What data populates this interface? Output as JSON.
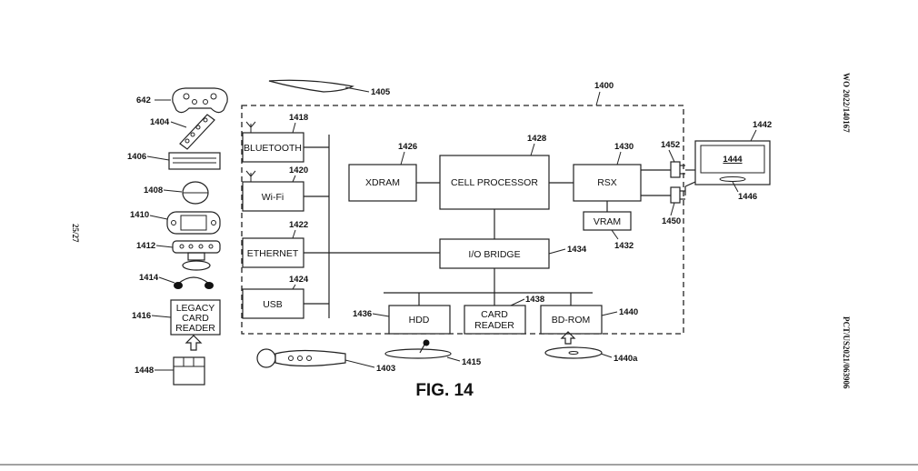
{
  "page": {
    "side_left": "25/27",
    "side_right_top": "WO 2022/140167",
    "side_right_bottom": "PCT/US2021/063906",
    "figure_label": "FIG. 14"
  },
  "blocks": {
    "bluetooth": "BLUETOOTH",
    "wifi": "Wi-Fi",
    "ethernet": "ETHERNET",
    "usb": "USB",
    "xdram": "XDRAM",
    "cell_processor": "CELL PROCESSOR",
    "rsx": "RSX",
    "vram": "VRAM",
    "io_bridge": "I/O BRIDGE",
    "hdd": "HDD",
    "card_reader_line1": "CARD",
    "card_reader_line2": "READER",
    "bd_rom": "BD-ROM",
    "legacy_line1": "LEGACY",
    "legacy_line2": "CARD",
    "legacy_line3": "READER",
    "display_screen": "1444"
  },
  "refs": {
    "r642": "642",
    "r1404": "1404",
    "r1406": "1406",
    "r1408": "1408",
    "r1410": "1410",
    "r1412": "1412",
    "r1414": "1414",
    "r1416": "1416",
    "r1448": "1448",
    "r1405": "1405",
    "r1400": "1400",
    "r1418": "1418",
    "r1420": "1420",
    "r1422": "1422",
    "r1424": "1424",
    "r1426": "1426",
    "r1428": "1428",
    "r1430": "1430",
    "r1452": "1452",
    "r1442": "1442",
    "r1446": "1446",
    "r1450": "1450",
    "r1432": "1432",
    "r1434": "1434",
    "r1438": "1438",
    "r1436": "1436",
    "r1440": "1440",
    "r1440a": "1440a",
    "r1415": "1415",
    "r1403": "1403"
  }
}
